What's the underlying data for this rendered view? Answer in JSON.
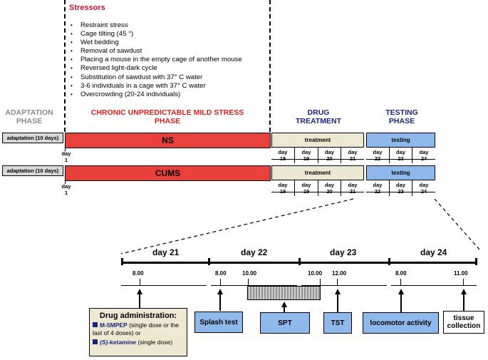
{
  "stressors": {
    "title": "Stressors",
    "items": [
      "Restraint stress",
      "Cage tilting (45 °)",
      "Wet bedding",
      "Removal of sawdust",
      "Placing a mouse in the empty cage of another mouse",
      "Reversed light-dark cycle",
      "Substitution of sawdust with 37° C water",
      "3-6 individuals in a cage with 37° C water",
      "Overcrowding (20-24 individuals)"
    ]
  },
  "phases": {
    "adaptation": [
      "ADAPTATION",
      "PHASE"
    ],
    "cums": [
      "CHRONIC UNPREDICTABLE MILD STRESS",
      "PHASE"
    ],
    "drug": [
      "DRUG",
      "TREATMENT"
    ],
    "testing": [
      "TESTING",
      "PHASE"
    ]
  },
  "rows": [
    {
      "adaptation": "adaptation (10 days)",
      "stress": "NS",
      "treatment": "treatment",
      "testing": "testing",
      "start": [
        "day",
        "1"
      ],
      "treatment_days": [
        [
          "day",
          "18"
        ],
        [
          "day",
          "19"
        ],
        [
          "day",
          "20"
        ],
        [
          "day",
          "21"
        ]
      ],
      "testing_days": [
        [
          "day",
          "22"
        ],
        [
          "day",
          "23"
        ],
        [
          "day",
          "24"
        ]
      ]
    },
    {
      "adaptation": "adaptation (10 days)",
      "stress": "CUMS",
      "treatment": "treatment",
      "testing": "testing",
      "start": [
        "day",
        "1"
      ],
      "treatment_days": [
        [
          "day",
          "18"
        ],
        [
          "day",
          "19"
        ],
        [
          "day",
          "20"
        ],
        [
          "day",
          "21"
        ]
      ],
      "testing_days": [
        [
          "day",
          "22"
        ],
        [
          "day",
          "23"
        ],
        [
          "day",
          "24"
        ]
      ]
    }
  ],
  "timeline": {
    "days": [
      "day 21",
      "day 22",
      "day 23",
      "day 24"
    ],
    "times": [
      "8.00",
      "8.00",
      "10.00",
      "10.00",
      "12.00",
      "8.00",
      "11.00"
    ]
  },
  "procedures": {
    "drug_admin": {
      "title": "Drug administration:",
      "item1_name": "M-5MPEP",
      "item1_rest": " (single dose or the last of 4 doses) or",
      "item2_prefix": "(S)",
      "item2_name": "-ketamine",
      "item2_rest": " (single dose)"
    },
    "splash": "Splash test",
    "spt": "SPT",
    "tst": "TST",
    "locomotor": "locomotor activity",
    "tissue": [
      "tissue",
      "collection"
    ]
  },
  "colors": {
    "stress_bar": "#e8403a",
    "treatment": "#ece8d2",
    "testing": "#8fb9ec",
    "adaptation": "#d9d9d9",
    "phase_red": "#e0201b",
    "phase_blue": "#1a237e"
  }
}
